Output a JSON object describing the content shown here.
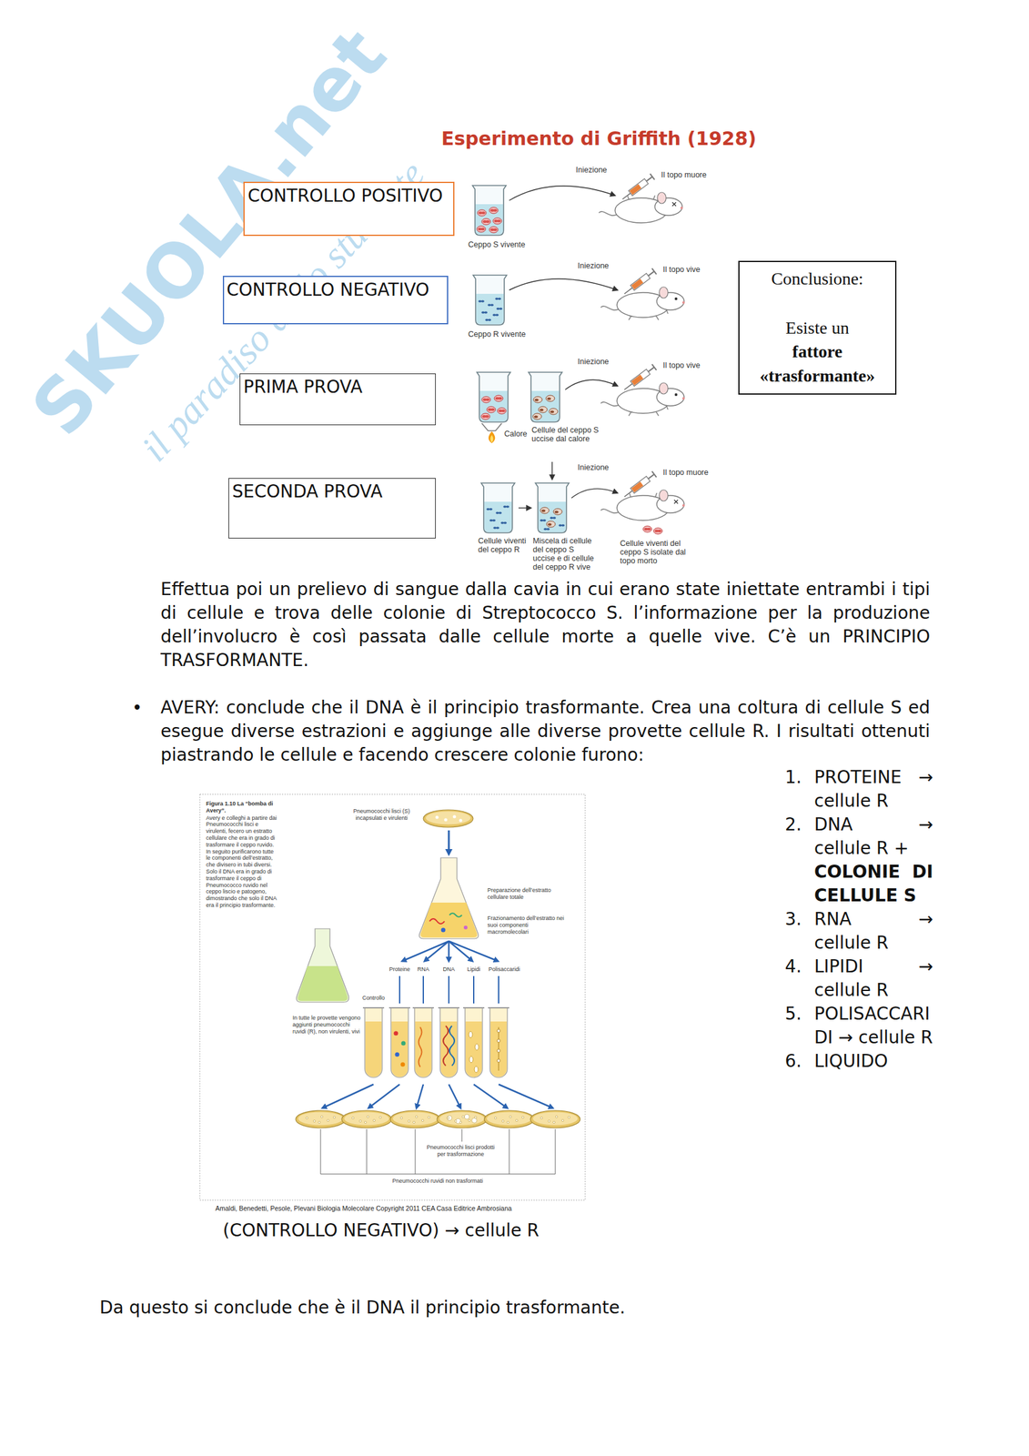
{
  "diagram": {
    "title": "Esperimento di Griffith (1928)",
    "nodes": [
      {
        "text": [
          "CONTROLLO POSITIVO"
        ]
      },
      {
        "text": [
          "CONTROLLO NEGATIVO"
        ]
      },
      {
        "text": [
          "PRIMA PROVA"
        ]
      },
      {
        "text": [
          "SECONDA PROVA"
        ]
      },
      {
        "text": [
          "Conclusione:",
          "Esiste un",
          "fattore «trasformante»"
        ]
      }
    ],
    "labels": [
      "SKUOLA.net",
      "il paradiso dello studente",
      "Iniezione",
      "Il topo muore",
      "Ceppo S vivente",
      "Iniezione",
      "Il topo vive",
      "Ceppo R vivente",
      "Iniezione",
      "Il topo vive",
      "Calore",
      "Cellule del ceppo S uccise dal calore",
      "Iniezione",
      "Il topo muore",
      "Cellule viventi del ceppo R",
      "Miscela di cellule del ceppo S uccise e di cellule del ceppo R vive",
      "Cellule viventi del ceppo S isolate dal topo morto",
      "Effettua poi un prelievo di sangue dalla cavia in cui erano state iniettate entrambi i tipi di cellule e trova delle colonie di Streptococco S. l’informazione per la produzione dell’involucro è così passata dalle cellule morte a quelle vive. C’è un PRINCIPIO TRASFORMANTE.",
      "•",
      "AVERY: conclude che il DNA è il principio trasformante. Crea una coltura di cellule S ed esegue diverse estrazioni e aggiunge alle diverse provette cellule R. I risultati ottenuti piastrando le cellule e facendo crescere colonie furono:",
      "1.",
      "PROTEINE → cellule R",
      "2.",
      "DNA → cellule R +",
      "COLONIE DI CELLULE S",
      "3.",
      "RNA → cellule R",
      "4.",
      "LIPIDI → cellule R",
      "5.",
      "POLISACCARIDI → cellule R",
      "6.",
      "LIQUIDO",
      "Figura 1.10 La “bomba di Avery”.",
      "Avery e colleghi a partire dai Pneumococchi lisci e virulenti, fecero un estratto cellulare che era in grado di trasformare il ceppo ruvido. In seguito purificarono tutte le componenti dell’estratto, che divisero in tubi diversi. Solo il DNA era in grado di trasformare il ceppo di Pneumococco ruvido nel ceppo liscio e patogeno, dimostrando che solo il DNA era il principio trasformante.",
      "Pneumococchi lisci (S) incapsulati e virulenti",
      "Preparazione dell’estratto cellulare totale",
      "Frazionamento dell’estratto nei suoi componenti macromolecolari",
      "Proteine",
      "RNA",
      "DNA",
      "Lipidi",
      "Polisaccaridi",
      "Controllo",
      "In tutte le provette vengono aggiunti pneumococchi ruvidi (R), non virulenti, vivi",
      "Pneumococchi lisci prodotti per trasformazione",
      "Pneumococchi ruvidi non trasformati",
      "Amaldi, Benedetti, Pesole, Plevani Biologia Molecolare Copyright 2011 CEA Casa Editrice Ambrosiana",
      "(CONTROLLO NEGATIVO) → cellule R",
      "Da questo si conclude che è il DNA il principio trasformante."
    ]
  }
}
